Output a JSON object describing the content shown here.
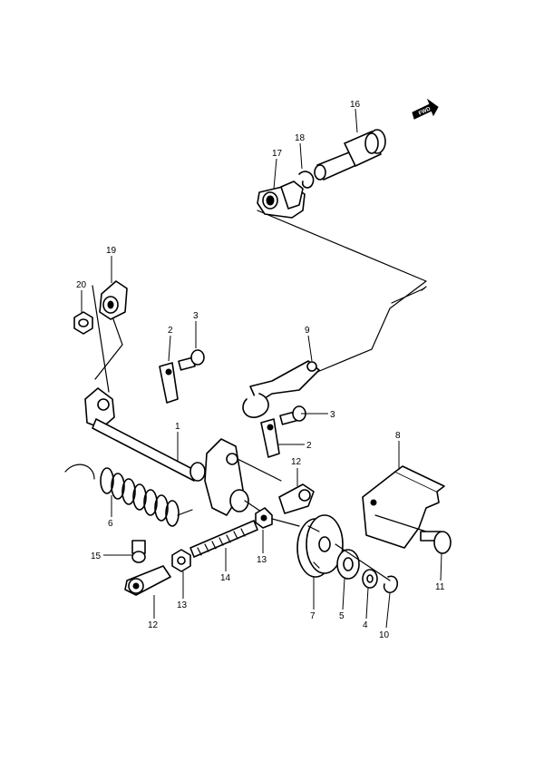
{
  "diagram": {
    "forward_marker": "FWD",
    "callouts": [
      {
        "id": "c16",
        "label": "16"
      },
      {
        "id": "c18",
        "label": "18"
      },
      {
        "id": "c17",
        "label": "17"
      },
      {
        "id": "c19",
        "label": "19"
      },
      {
        "id": "c20",
        "label": "20"
      },
      {
        "id": "c3a",
        "label": "3"
      },
      {
        "id": "c2a",
        "label": "2"
      },
      {
        "id": "c9",
        "label": "9"
      },
      {
        "id": "c3b",
        "label": "3"
      },
      {
        "id": "c2b",
        "label": "2"
      },
      {
        "id": "c1",
        "label": "1"
      },
      {
        "id": "c8",
        "label": "8"
      },
      {
        "id": "c12a",
        "label": "12"
      },
      {
        "id": "c6",
        "label": "6"
      },
      {
        "id": "c15",
        "label": "15"
      },
      {
        "id": "c14",
        "label": "14"
      },
      {
        "id": "c13a",
        "label": "13"
      },
      {
        "id": "c13b",
        "label": "13"
      },
      {
        "id": "c12b",
        "label": "12"
      },
      {
        "id": "c7",
        "label": "7"
      },
      {
        "id": "c5",
        "label": "5"
      },
      {
        "id": "c4",
        "label": "4"
      },
      {
        "id": "c10",
        "label": "10"
      },
      {
        "id": "c11",
        "label": "11"
      }
    ]
  }
}
